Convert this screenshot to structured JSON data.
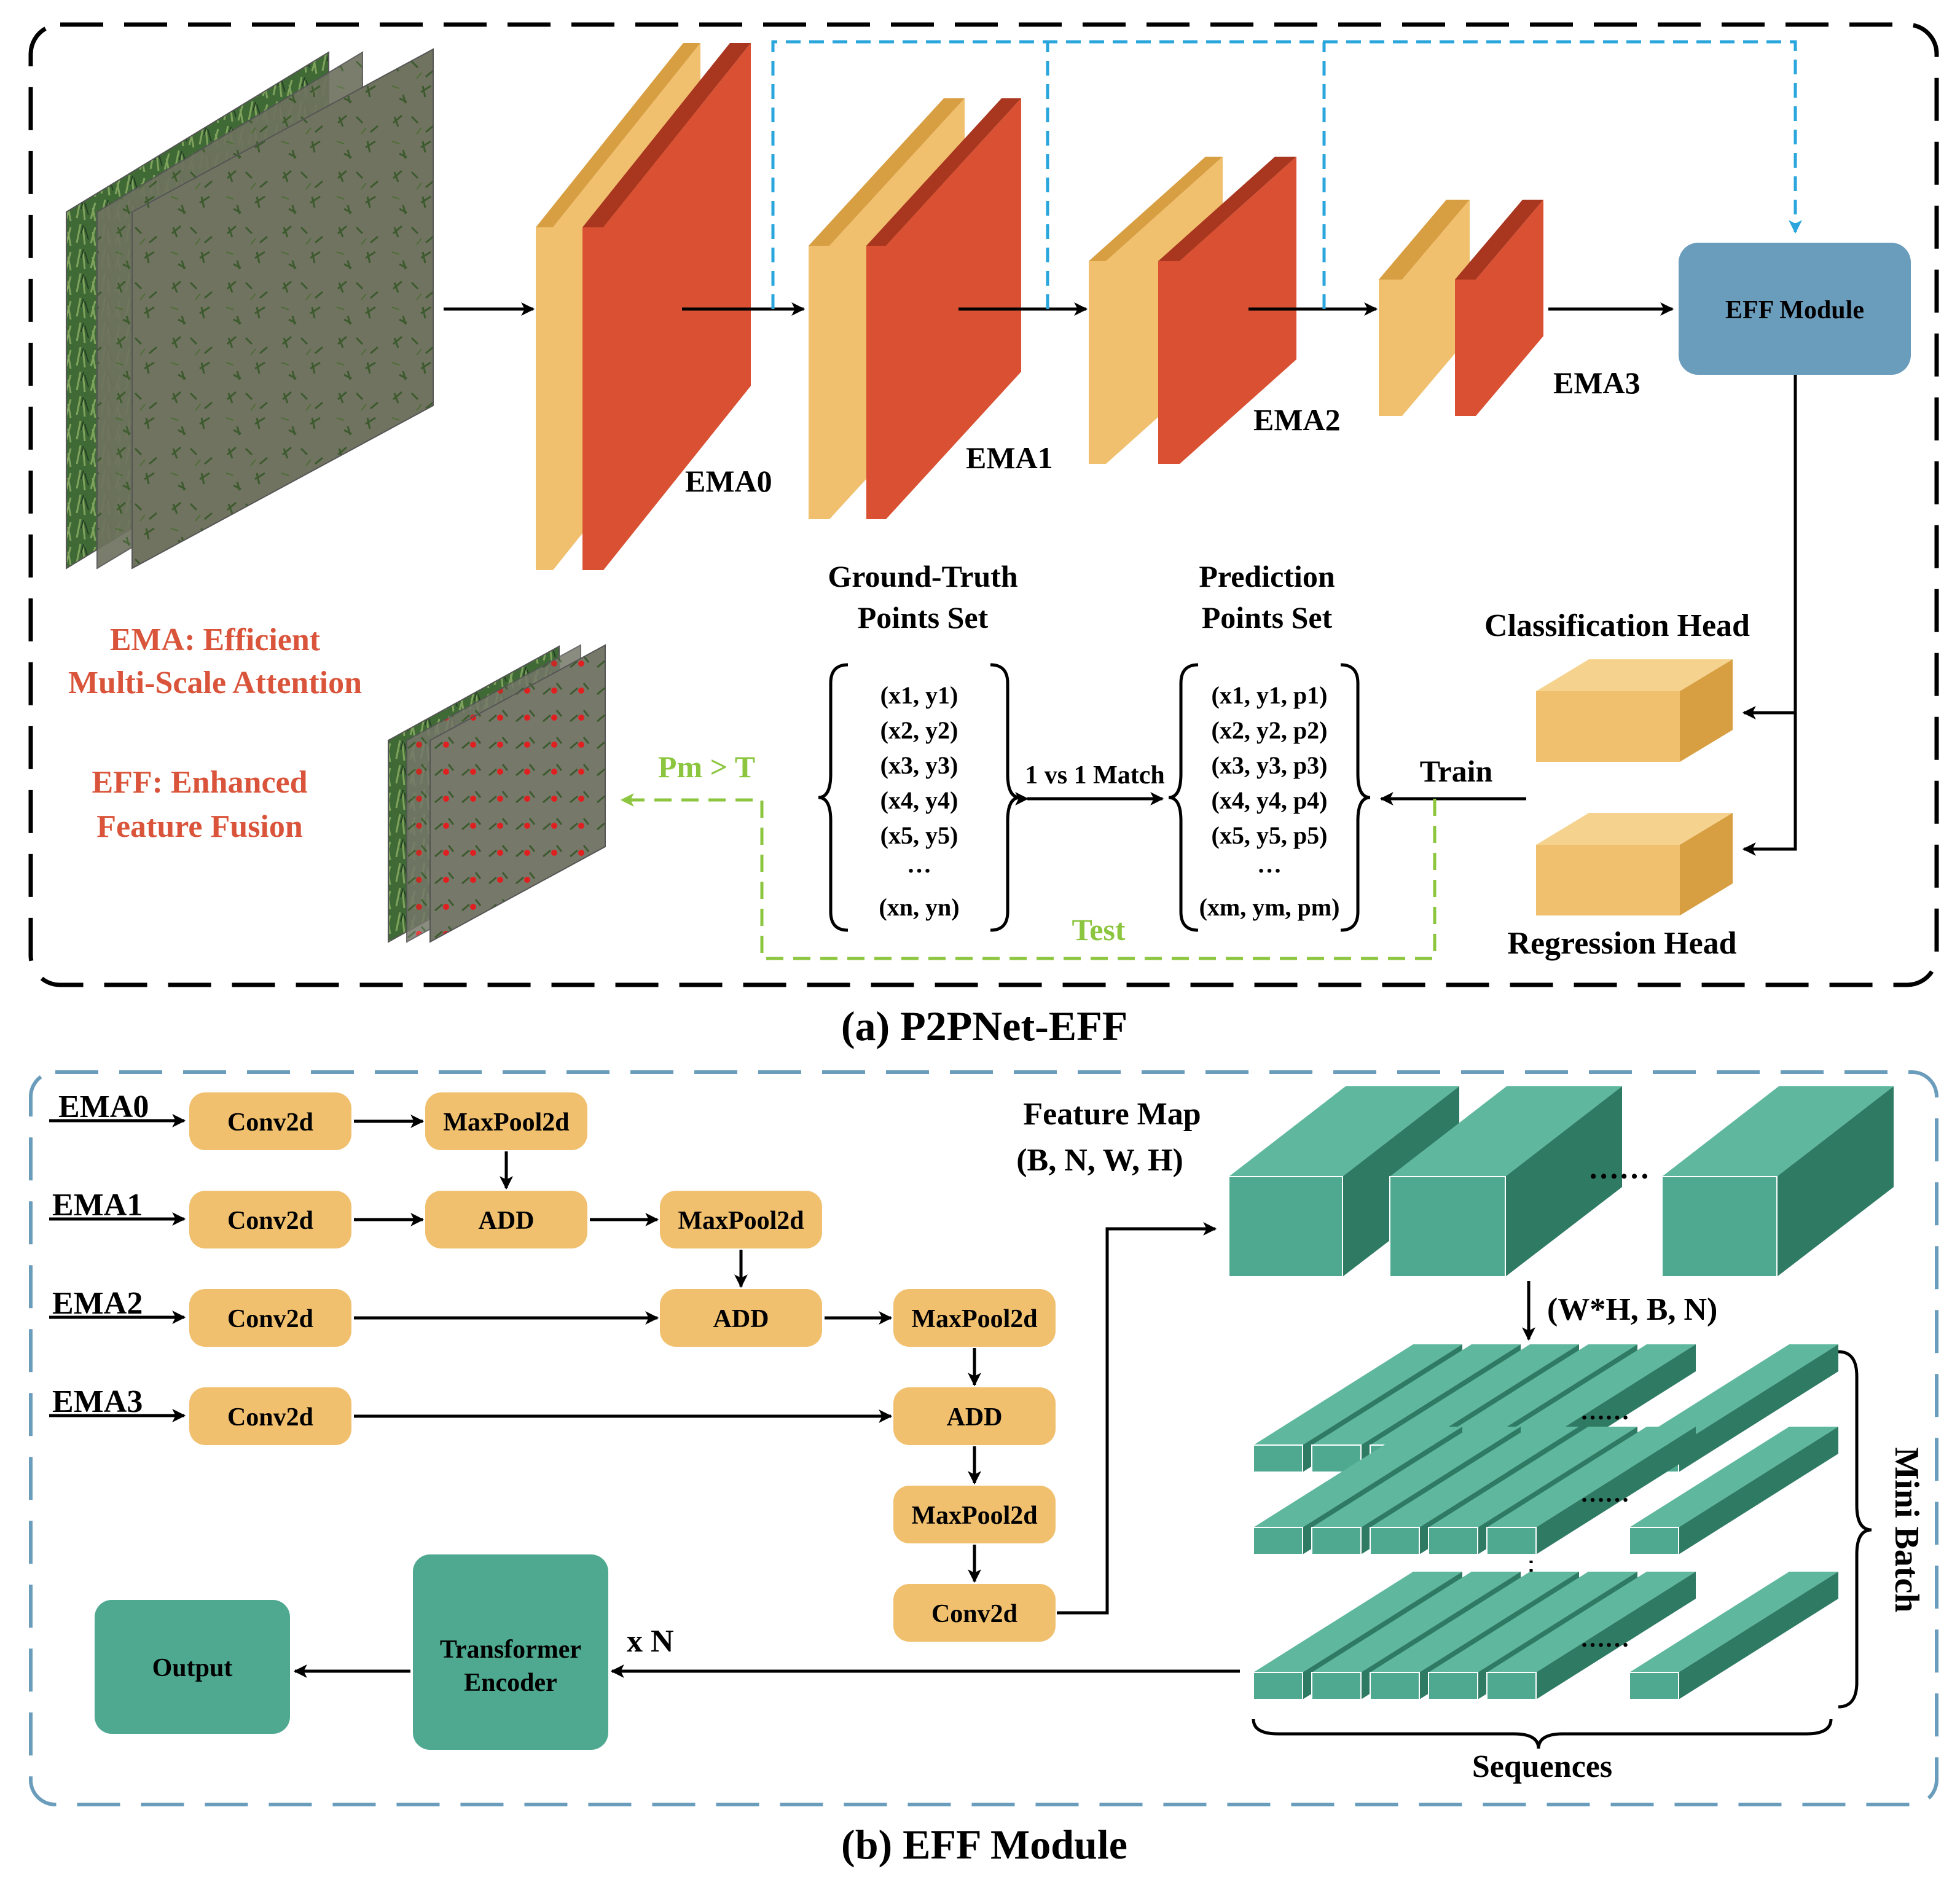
{
  "colors": {
    "orange": "#f0c06e",
    "orange_dark": "#d89e42",
    "red": "#d95033",
    "red_dark": "#a9361f",
    "blue_box": "#6a9cbc",
    "green": "#4ea990",
    "green_dark": "#2f7a63",
    "cyan_arrow": "#2aa6dc",
    "lime": "#8cc63f",
    "ema_text": "#d9543a",
    "black": "#000000"
  },
  "panel_a": {
    "caption": "(a) P2PNet-EFF",
    "ema0": "EMA0",
    "ema1": "EMA1",
    "ema2": "EMA2",
    "ema3": "EMA3",
    "eff_module": "EFF Module",
    "legend_ema_1": "EMA: Efficient",
    "legend_ema_2": "Multi-Scale Attention",
    "legend_eff_1": "EFF: Enhanced",
    "legend_eff_2": "Feature Fusion",
    "gt_title_1": "Ground-Truth",
    "gt_title_2": "Points Set",
    "pred_title_1": "Prediction",
    "pred_title_2": "Points Set",
    "classification_head": "Classification Head",
    "regression_head": "Regression Head",
    "train": "Train",
    "test": "Test",
    "threshold": "Pm > T",
    "match": "1 vs 1 Match",
    "gt_points": [
      "(x1, y1)",
      "(x2, y2)",
      "(x3, y3)",
      "(x4, y4)",
      "(x5, y5)",
      "…",
      "(xn, yn)"
    ],
    "pred_points": [
      "(x1, y1, p1)",
      "(x2, y2, p2)",
      "(x3, y3, p3)",
      "(x4, y4, p4)",
      "(x5, y5, p5)",
      "…",
      "(xm, ym, pm)"
    ]
  },
  "panel_b": {
    "caption": "(b) EFF Module",
    "inputs": [
      "EMA0",
      "EMA1",
      "EMA2",
      "EMA3"
    ],
    "conv2d": "Conv2d",
    "maxpool2d": "MaxPool2d",
    "add": "ADD",
    "feature_map_1": "Feature Map",
    "feature_map_2": "(B, N, W, H)",
    "reshape": "(W*H, B, N)",
    "dots": "……",
    "mini_batch": "Mini Batch",
    "sequences": "Sequences",
    "transformer_1": "Transformer",
    "transformer_2": "Encoder",
    "output": "Output",
    "repeat": "x N"
  }
}
